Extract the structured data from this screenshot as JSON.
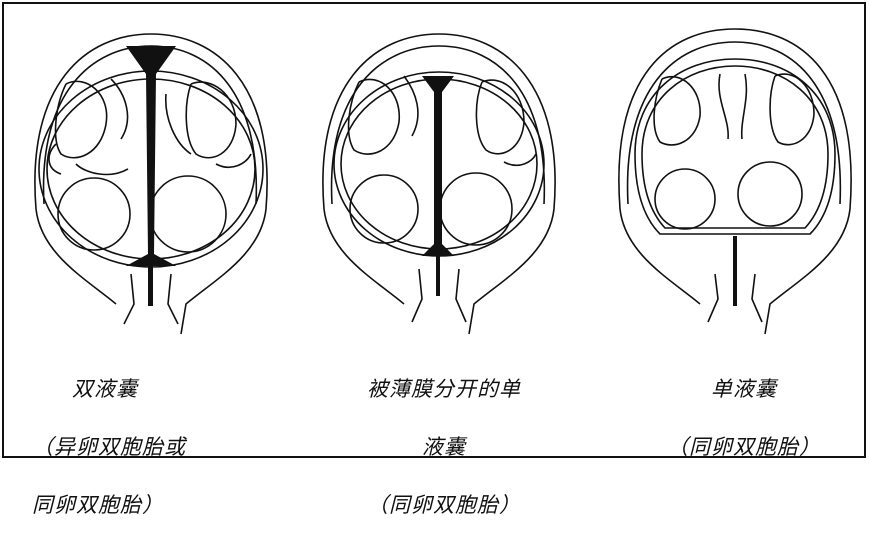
{
  "colors": {
    "ink": "#111111",
    "membrane_fill": "#111111",
    "background": "#ffffff"
  },
  "panels": [
    {
      "id": "dichorionic",
      "caption_lines": [
        "双液囊",
        "（异卵双胞胎或",
        "同卵双胞胎）"
      ]
    },
    {
      "id": "thin-membrane",
      "caption_lines": [
        "被薄膜分开的单",
        "液囊",
        "（同卵双胞胎）"
      ]
    },
    {
      "id": "monochorionic",
      "caption_lines": [
        "单液囊",
        "（同卵双胞胎）"
      ]
    }
  ]
}
